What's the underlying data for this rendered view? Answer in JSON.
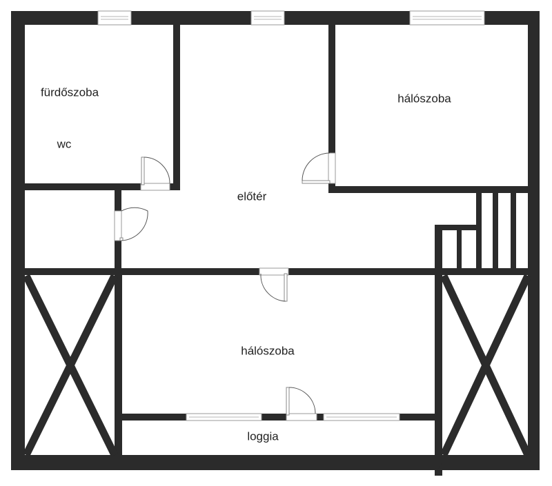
{
  "rooms": {
    "bathroom": "fürdőszoba",
    "wc": "wc",
    "bedroom_top": "hálószoba",
    "hallway": "előtér",
    "bedroom_bottom": "hálószoba",
    "loggia": "loggia"
  },
  "colors": {
    "wall": "#2b2b2b",
    "background": "#ffffff",
    "label": "#222222"
  }
}
